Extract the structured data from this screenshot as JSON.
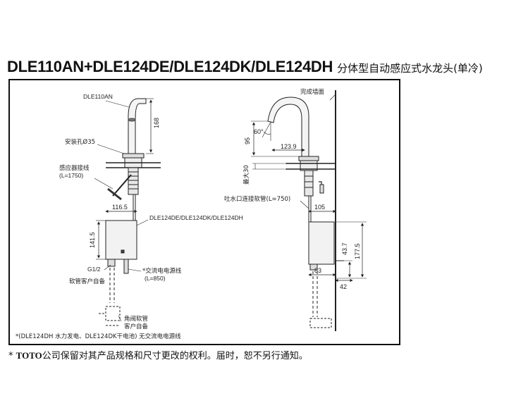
{
  "title": {
    "model": "DLE110AN+DLE124DE/DLE124DK/DLE124DH",
    "description": "分体型自动感应式水龙头(单冷)"
  },
  "footer": {
    "mark": "*",
    "brand": "TOTO",
    "text": "公司保留对其产品规格和尺寸更改的权利。届时，恕不另行通知。"
  },
  "left_view": {
    "faucet_model": "DLE110AN",
    "dim_height": "168",
    "hole": "安装孔Ø35",
    "sensor_cable": "感应器接线",
    "sensor_cable_len": "(L=1750)",
    "dim_offset": "116.5",
    "box_models": "DLE124DE/DLE124DK/DLE124DH",
    "dim_box_height": "141.5",
    "thread": "G1/2",
    "hose_note": "软管客户自备",
    "ac_cable": "*交流电电源线",
    "ac_cable_len": "(L=850)",
    "angle_valve": "角阀软管",
    "angle_valve_note": "客户自备",
    "power_note": "*(DLE124DH 水力发电、DLE124DK干电池) 无交流电电源线"
  },
  "right_view": {
    "wall": "完成墙面",
    "angle": "60°",
    "dim_95": "95",
    "dim_reach": "123.9",
    "max_thickness": "最大30",
    "outlet_hose": "吐水口连接软管(L=750)",
    "dim_105": "105",
    "dim_43_7": "43.7",
    "dim_177_5": "177.5",
    "dim_83": "83",
    "dim_42": "42"
  }
}
